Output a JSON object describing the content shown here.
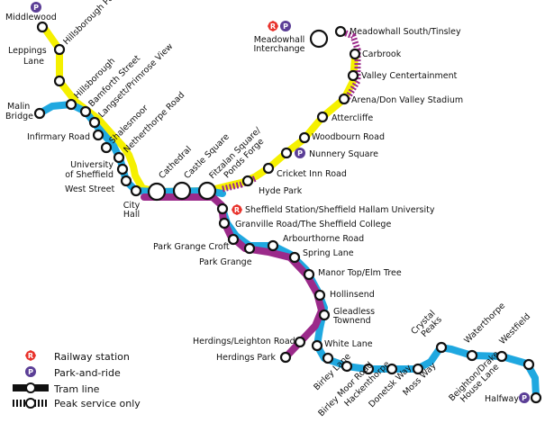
{
  "colors": {
    "yellow": "#f5f000",
    "blue": "#1fa8e0",
    "purple": "#9b2a8a",
    "railway_icon": "#e8322b",
    "park_ride_icon": "#5b3e96",
    "outline": "#111111"
  },
  "icons": {
    "railway": "R",
    "park_ride": "P"
  },
  "stations": {
    "middlewood": "Middlewood",
    "leppings_lane": "Leppings Lane",
    "hillsborough_park": "Hillsborough Park",
    "hillsborough": "Hillsborough",
    "bamforth_street": "Bamforth Street",
    "langsett": "Langsett/Primrose View",
    "malin_bridge": "Malin Bridge",
    "infirmary_road": "Infirmary Road",
    "shalesmoor": "Shalesmoor",
    "netherthorpe_road": "Netherthorpe Road",
    "university": "University of Sheffield",
    "west_street": "West Street",
    "city_hall": "City Hall",
    "cathedral": "Cathedral",
    "castle_square": "Castle Square",
    "fitzalan": "Fitzalan Square/ Ponds Forge",
    "hyde_park": "Hyde Park",
    "cricket_inn": "Cricket Inn Road",
    "nunnery_square": "Nunnery Square",
    "woodbourn_road": "Woodbourn Road",
    "attercliffe": "Attercliffe",
    "arena": "Arena/Don Valley Stadium",
    "valley_centertainment": "Valley Centertainment",
    "carbrook": "Carbrook",
    "meadowhall_south": "Meadowhall South/Tinsley",
    "meadowhall_interchange": "Meadowhall Interchange",
    "sheffield_station": "Sheffield Station/Sheffield Hallam University",
    "granville_road": "Granville Road/The Sheffield College",
    "arbourthorne_road": "Arbourthorne Road",
    "park_grange_croft": "Park Grange Croft",
    "spring_lane": "Spring Lane",
    "park_grange": "Park Grange",
    "manor_top": "Manor Top/Elm Tree",
    "hollinsend": "Hollinsend",
    "gleadless_townend": "Gleadless Townend",
    "herdings_leighton": "Herdings/Leighton Road",
    "herdings_park": "Herdings Park",
    "white_lane": "White Lane",
    "birley_lane": "Birley Lane",
    "birley_moor_road": "Birley Moor Road",
    "hackenthorpe": "Hackenthorpe",
    "donetsk_way": "Donetsk Way",
    "moss_way": "Moss Way",
    "crystal_peaks": "Crystal Peaks",
    "beighton": "Beighton/Drake House Lane",
    "waterthorpe": "Waterthorpe",
    "westfield": "Westfield",
    "halfway": "Halfway"
  },
  "legend": {
    "railway_station": "Railway station",
    "park_and_ride": "Park-and-ride",
    "tram_line": "Tram line",
    "peak_service": "Peak service only"
  }
}
